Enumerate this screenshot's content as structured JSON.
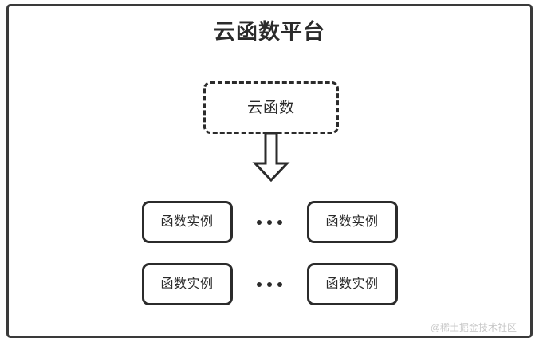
{
  "diagram": {
    "type": "block-diagram",
    "platform": {
      "title": "云函数平台",
      "border_color": "#3a3a3a"
    },
    "cloud_function": {
      "label": "云函数",
      "border_style": "dashed",
      "border_color": "#2b2b2b"
    },
    "arrow": {
      "name": "down-arrow",
      "direction": "down",
      "style": "hollow-block",
      "color": "#2b2b2b"
    },
    "rows": [
      {
        "left_instance": "函数实例",
        "ellipsis": "•••",
        "right_instance": "函数实例"
      },
      {
        "left_instance": "函数实例",
        "ellipsis": "•••",
        "right_instance": "函数实例"
      }
    ],
    "watermark": "@稀土掘金技术社区"
  }
}
